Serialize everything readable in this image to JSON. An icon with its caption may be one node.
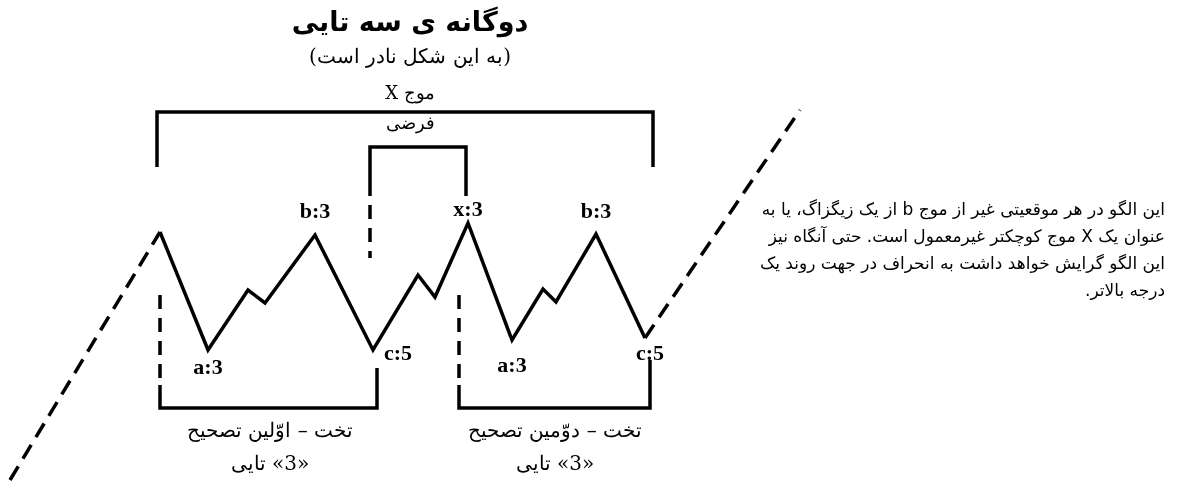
{
  "diagram": {
    "title": "دوگانه ی سه تایی",
    "labels": [
      "(به این شکل نادر است)",
      "موج X فرضی",
      "b:3",
      "x:3",
      "b:3",
      "این الگو در هر موقعیتی غیر از موج b از یک زیگزاگ، یا به عنوان یک X موج کوچکتر غیرمعمول است. حتی آنگاه نیز این الگو گرایش خواهد داشت به انحراف در جهت روند یک درجه بالاتر.",
      "a:3",
      "c:5",
      "a:3",
      "c:5",
      "تخت – اوّلین تصحیح «3» تایی",
      "تخت – دوّمین تصحیح «3» تایی"
    ]
  }
}
